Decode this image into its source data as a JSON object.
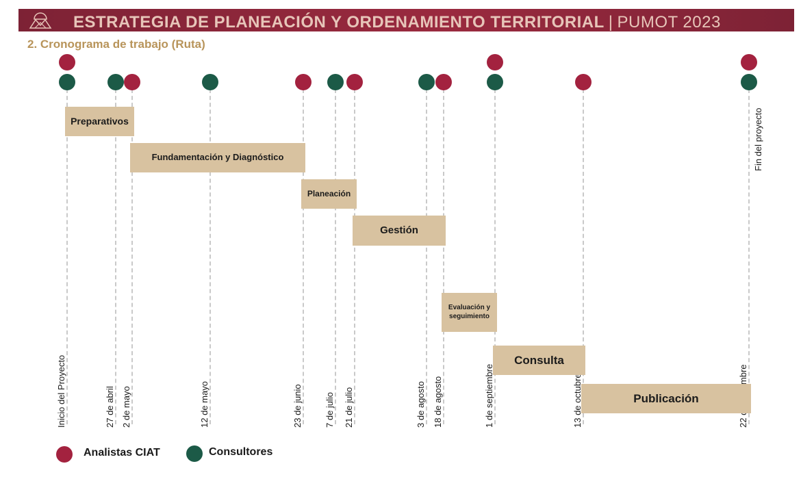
{
  "header": {
    "title": "ESTRATEGIA DE PLANEACIÓN Y ORDENAMIENTO TERRITORIAL",
    "separator": "|",
    "subtitle": "PUMOT 2023"
  },
  "section_title": "2. Cronograma de trabajo (Ruta)",
  "colors": {
    "analistas": "#a3223f",
    "consultores": "#1c5a47",
    "bar": "#d8c2a0",
    "header": "#8c2539",
    "subtitle": "#b8945a"
  },
  "milestones": [
    {
      "label": "Inicio del Proyecto",
      "markers": [
        "analistas",
        "consultores"
      ]
    },
    {
      "label": "27 de abril",
      "markers": [
        "consultores"
      ]
    },
    {
      "label": "2 de mayo",
      "markers": [
        "analistas"
      ]
    },
    {
      "label": "12 de mayo",
      "markers": [
        "consultores"
      ]
    },
    {
      "label": "23 de junio",
      "markers": [
        "analistas"
      ]
    },
    {
      "label": "7 de julio",
      "markers": [
        "consultores"
      ]
    },
    {
      "label": "21 de julio",
      "markers": [
        "analistas"
      ]
    },
    {
      "label": "3 de agosto",
      "markers": [
        "consultores"
      ]
    },
    {
      "label": "18 de agosto",
      "markers": [
        "analistas"
      ]
    },
    {
      "label": "1 de septiembre",
      "markers": [
        "analistas",
        "consultores"
      ]
    },
    {
      "label": "13 de octubre",
      "markers": [
        "analistas"
      ]
    },
    {
      "label": "22 de diciembre",
      "markers": [
        "analistas",
        "consultores"
      ],
      "top_label": "Fin del proyecto"
    }
  ],
  "phases": [
    {
      "label": "Preparativos",
      "start": "Inicio del Proyecto",
      "end": "2 de mayo"
    },
    {
      "label": "Fundamentación y Diagnóstico",
      "start": "2 de mayo",
      "end": "23 de junio"
    },
    {
      "label": "Planeación",
      "start": "23 de junio",
      "end": "21 de julio"
    },
    {
      "label": "Gestión",
      "start": "21 de julio",
      "end": "18 de agosto"
    },
    {
      "label": "Evaluación y seguimiento",
      "start": "18 de agosto",
      "end": "1 de septiembre"
    },
    {
      "label": "Consulta",
      "start": "1 de septiembre",
      "end": "13 de octubre"
    },
    {
      "label": "Publicación",
      "start": "13 de octubre",
      "end": "22 de diciembre"
    }
  ],
  "legend": [
    {
      "key": "analistas",
      "label": "Analistas CIAT"
    },
    {
      "key": "consultores",
      "label": "Consultores"
    }
  ]
}
